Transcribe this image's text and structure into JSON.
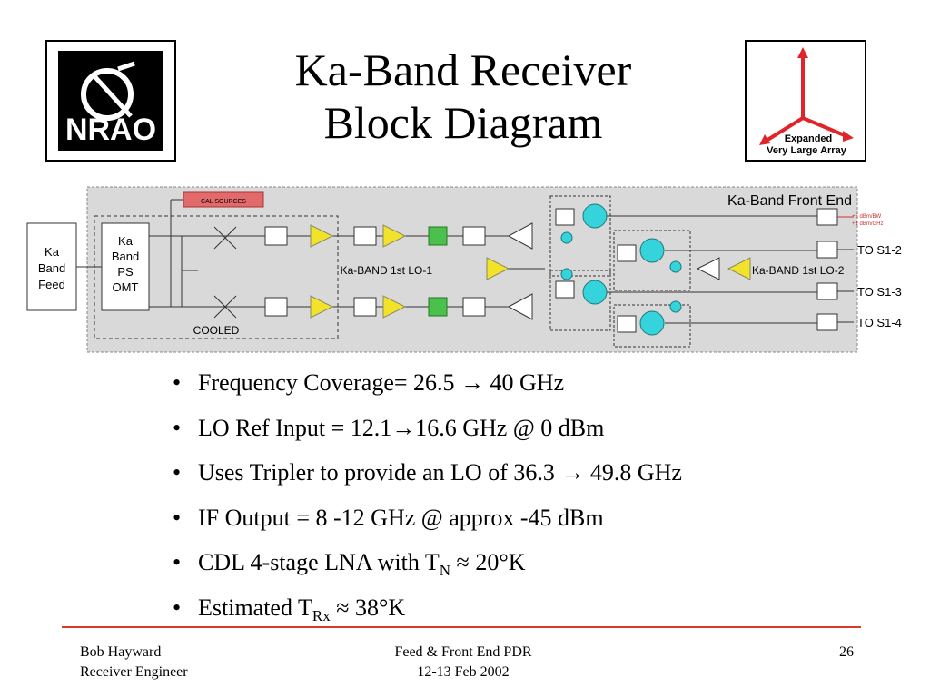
{
  "title": {
    "line1": "Ka-Band Receiver",
    "line2": "Block Diagram"
  },
  "logos": {
    "nrao": "NRAO",
    "evla": {
      "line1": "Expanded",
      "line2": "Very Large Array"
    }
  },
  "diagram": {
    "heading": "Ka-Band Front End",
    "feed_label": [
      "Ka",
      "Band",
      "Feed"
    ],
    "omt_label": [
      "Ka",
      "Band",
      "PS",
      "OMT"
    ],
    "cal_sources": "CAL SOURCES",
    "cooled": "COOLED",
    "lo1_label": "Ka-BAND 1st LO-1",
    "lo2_label": "Ka-BAND 1st LO-2",
    "outputs": [
      "TO S1-2",
      "TO S1-3",
      "TO S1-4"
    ],
    "tiny_notes": [
      "+5 dBm/BW",
      "+1 dBm/GHz"
    ]
  },
  "bullets": [
    "Frequency Coverage= 26.5 → 40 GHz",
    "LO Ref Input = 12.1→16.6 GHz @ 0 dBm",
    "Uses Tripler to provide an LO of 36.3 → 49.8 GHz",
    "IF Output = 8 -12 GHz @ approx -45 dBm",
    {
      "pre": "CDL 4-stage LNA with T",
      "sub": "N",
      "post": " ≈ 20°K"
    },
    {
      "pre": "Estimated T",
      "sub": "Rx",
      "post": " ≈ 38°K"
    }
  ],
  "footer": {
    "left_line1": "Bob Hayward",
    "left_line2": "Receiver Engineer",
    "mid_line1": "Feed & Front End PDR",
    "mid_line2": "12-13 Feb 2002",
    "page": "26"
  },
  "colors": {
    "rule": "#d93a2a",
    "amp": "#f2e32a",
    "mixer": "#35d3dc",
    "filter": "#4cc04c",
    "cal": "#e26a6a"
  }
}
